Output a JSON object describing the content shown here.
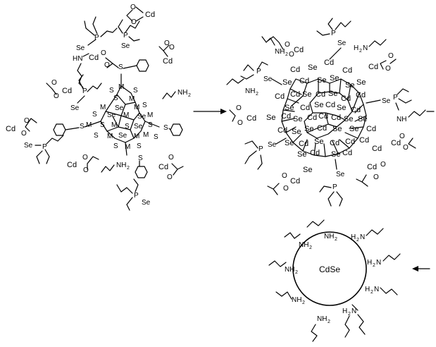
{
  "labels": {
    "cd": "Cd",
    "se": "Se",
    "m": "M",
    "s": "S",
    "p": "P",
    "o": "O",
    "hn": "HN",
    "nh": "NH",
    "nh2": "NH",
    "h2n": "H",
    "n": "N",
    "two": "2",
    "cdse": "CdSe"
  }
}
